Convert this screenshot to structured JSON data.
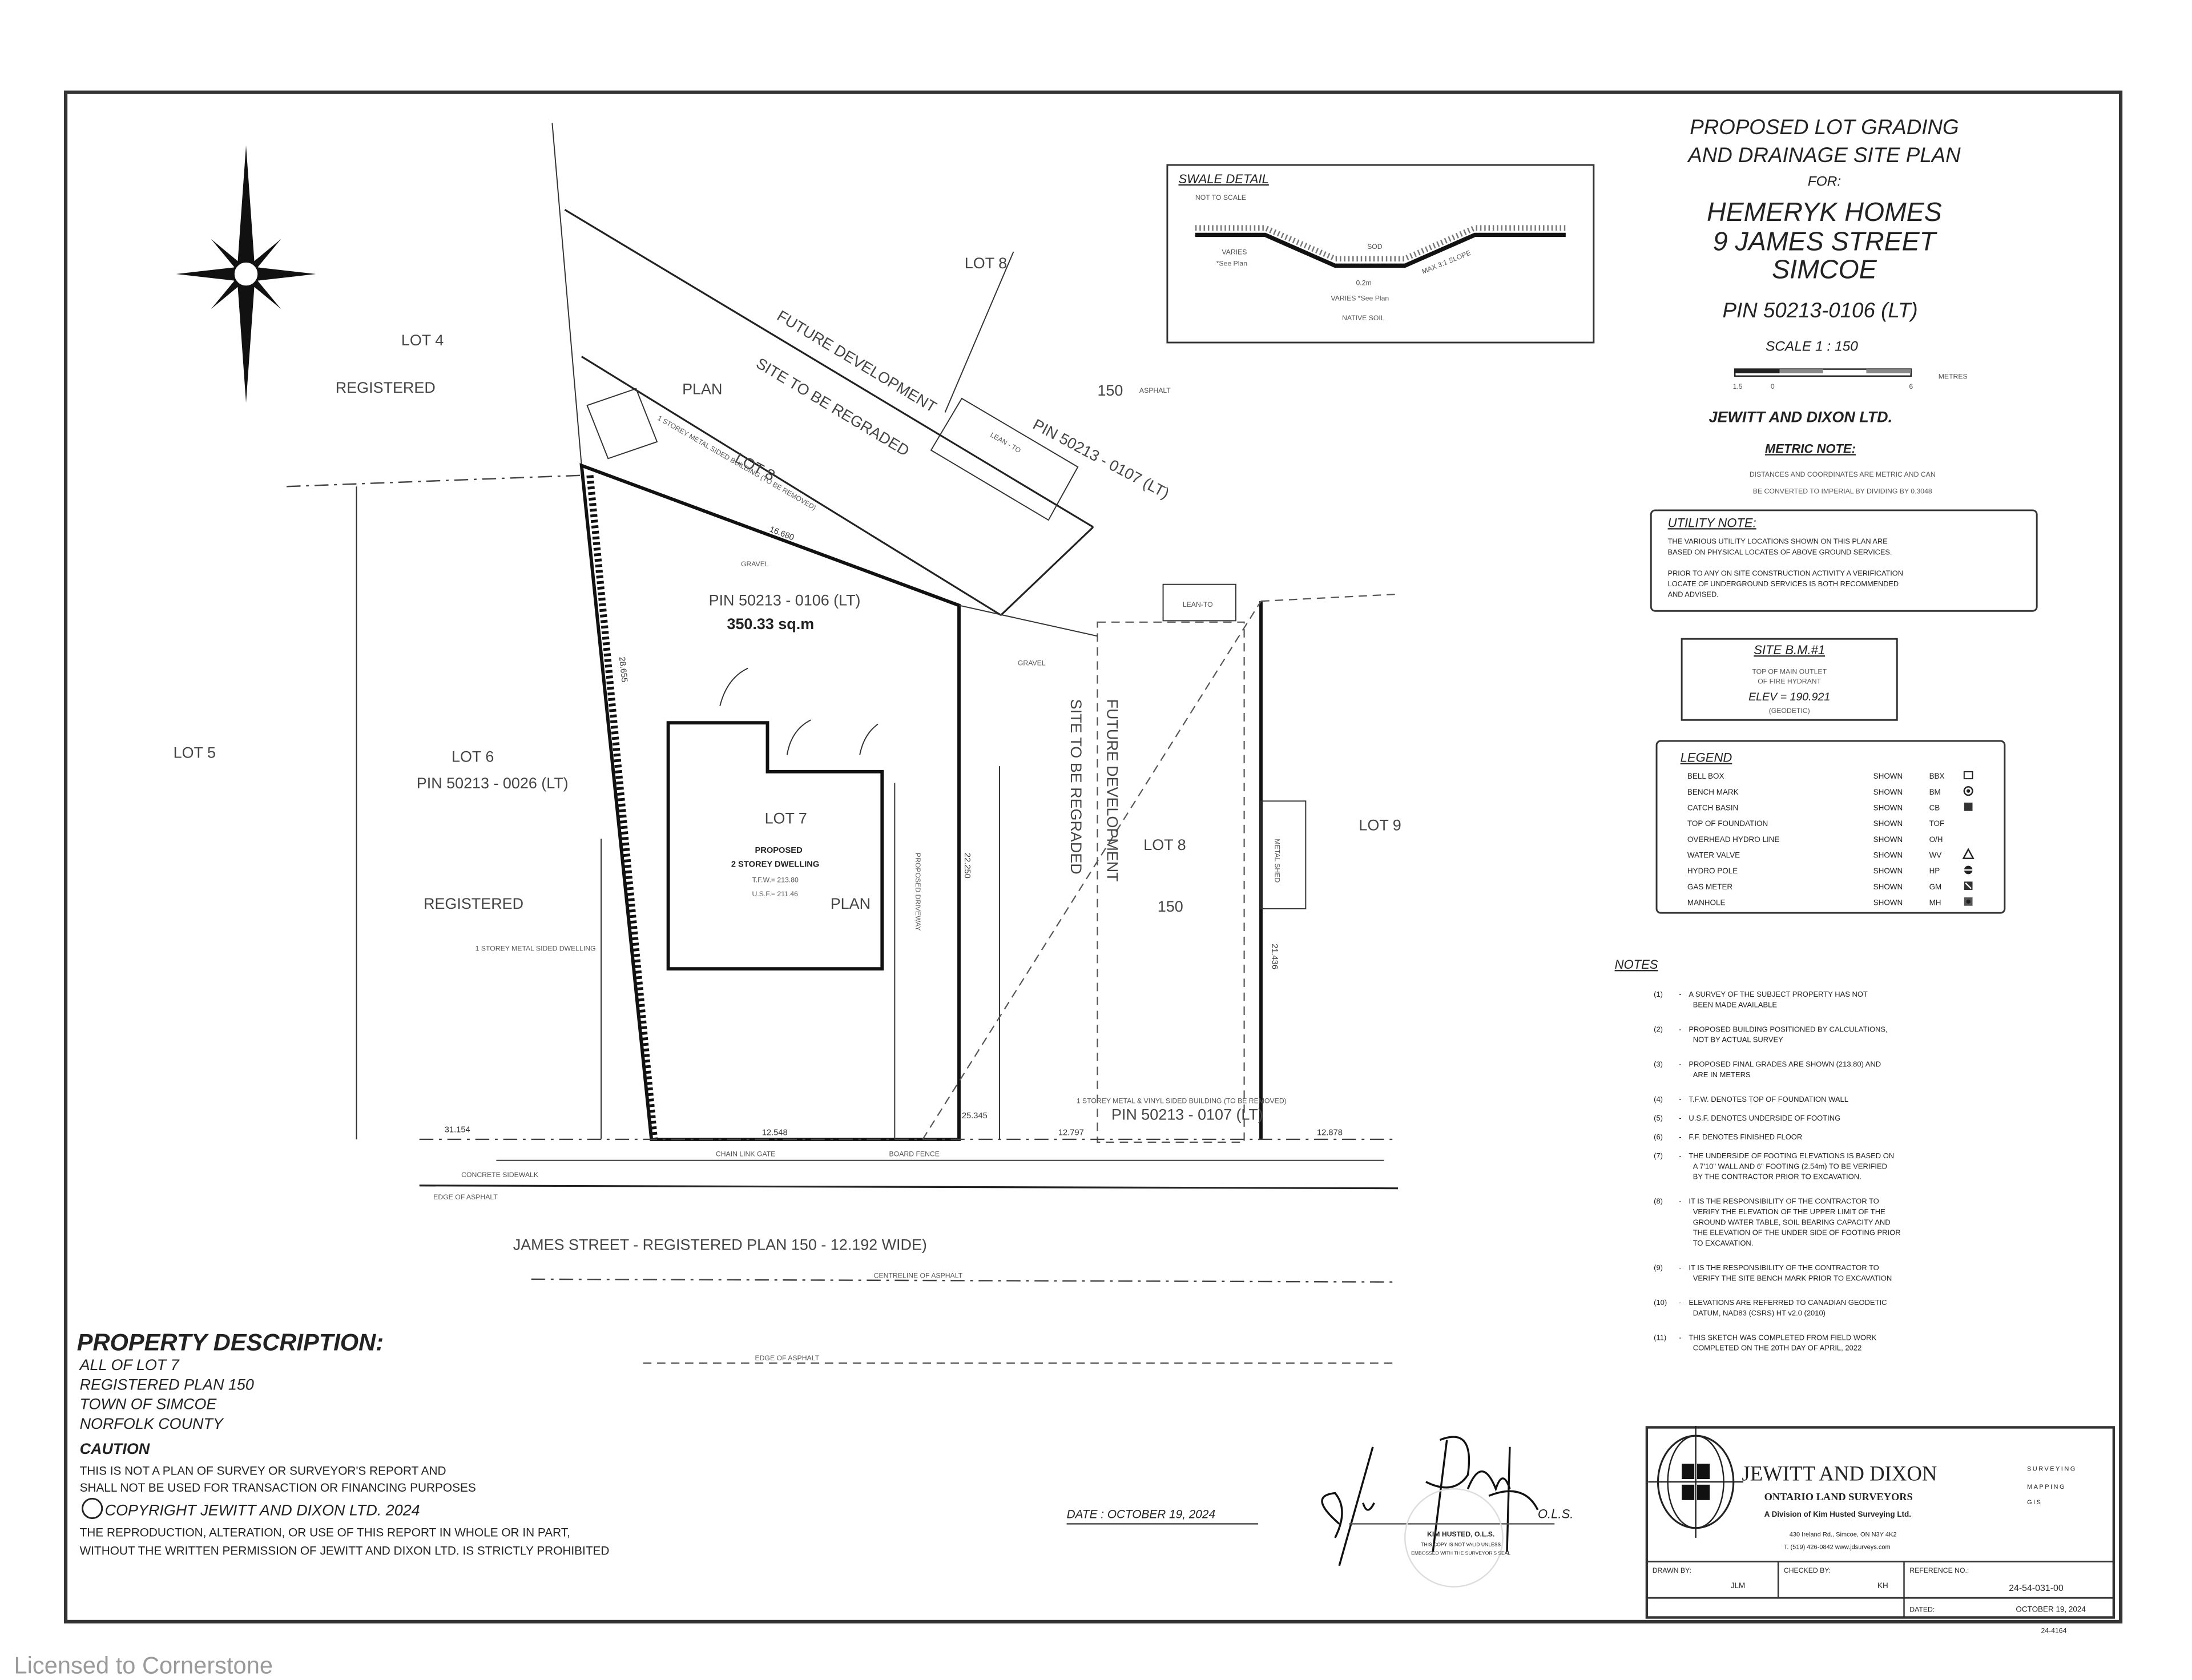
{
  "title": {
    "line1": "PROPOSED LOT GRADING",
    "line2": "AND DRAINAGE SITE PLAN",
    "for": "FOR:",
    "client": "HEMERYK HOMES",
    "address": "9 JAMES STREET",
    "town": "SIMCOE",
    "pin": "PIN 50213-0106 (LT)",
    "scale": "SCALE 1 : 150",
    "scale_ticks": [
      "1.5",
      "0",
      "6"
    ],
    "scale_unit": "METRES",
    "firm": "JEWITT AND DIXON LTD."
  },
  "metric_note": {
    "heading": "METRIC NOTE:",
    "lines": [
      "DISTANCES AND COORDINATES ARE METRIC AND CAN",
      "BE CONVERTED TO IMPERIAL BY DIVIDING BY 0.3048"
    ]
  },
  "utility_note": {
    "heading": "UTILITY NOTE:",
    "lines": [
      "THE VARIOUS UTILITY LOCATIONS SHOWN ON THIS PLAN ARE",
      "BASED ON PHYSICAL LOCATES OF ABOVE GROUND SERVICES.",
      "",
      "PRIOR TO ANY ON SITE CONSTRUCTION ACTIVITY A VERIFICATION",
      "LOCATE OF UNDERGROUND SERVICES IS BOTH RECOMMENDED",
      "AND ADVISED."
    ]
  },
  "site_bm": {
    "heading": "SITE B.M.#1",
    "lines": [
      "TOP OF MAIN OUTLET",
      "OF FIRE HYDRANT",
      "ELEV = 190.921",
      "(GEODETIC)"
    ]
  },
  "legend": {
    "heading": "LEGEND",
    "items": [
      {
        "label": "BELL BOX",
        "status": "SHOWN",
        "code": "BBX",
        "icon": "square-outline-icon"
      },
      {
        "label": "BENCH MARK",
        "status": "SHOWN",
        "code": "BM",
        "icon": "circled-dot-icon"
      },
      {
        "label": "CATCH BASIN",
        "status": "SHOWN",
        "code": "CB",
        "icon": "filled-square-icon"
      },
      {
        "label": "TOP OF FOUNDATION",
        "status": "SHOWN",
        "code": "TOF",
        "icon": ""
      },
      {
        "label": "OVERHEAD HYDRO LINE",
        "status": "SHOWN",
        "code": "O/H",
        "icon": ""
      },
      {
        "label": "WATER VALVE",
        "status": "SHOWN",
        "code": "WV",
        "icon": "triangle-icon"
      },
      {
        "label": "HYDRO POLE",
        "status": "SHOWN",
        "code": "HP",
        "icon": "circled-bar-icon"
      },
      {
        "label": "GAS METER",
        "status": "SHOWN",
        "code": "GM",
        "icon": "gas-meter-icon"
      },
      {
        "label": "MANHOLE",
        "status": "SHOWN",
        "code": "MH",
        "icon": "manhole-icon"
      }
    ]
  },
  "notes": {
    "heading": "NOTES",
    "items": [
      {
        "num": "(1)",
        "lines": [
          "A SURVEY OF THE SUBJECT PROPERTY HAS NOT",
          "BEEN MADE AVAILABLE"
        ]
      },
      {
        "num": "(2)",
        "lines": [
          "PROPOSED BUILDING POSITIONED BY CALCULATIONS,",
          "NOT BY ACTUAL SURVEY"
        ]
      },
      {
        "num": "(3)",
        "lines": [
          "PROPOSED FINAL GRADES ARE SHOWN (213.80) AND",
          "ARE IN METERS"
        ]
      },
      {
        "num": "(4)",
        "lines": [
          "T.F.W.    DENOTES    TOP OF FOUNDATION WALL"
        ]
      },
      {
        "num": "(5)",
        "lines": [
          "U.S.F.    DENOTES    UNDERSIDE OF FOOTING"
        ]
      },
      {
        "num": "(6)",
        "lines": [
          "F.F.       DENOTES    FINISHED FLOOR"
        ]
      },
      {
        "num": "(7)",
        "lines": [
          "THE UNDERSIDE OF FOOTING ELEVATIONS IS BASED ON",
          "A 7'10\" WALL AND 6\" FOOTING (2.54m) TO BE VERIFIED",
          "BY THE CONTRACTOR PRIOR TO EXCAVATION."
        ]
      },
      {
        "num": "(8)",
        "lines": [
          "IT IS THE RESPONSIBILITY OF THE CONTRACTOR TO",
          "VERIFY THE ELEVATION OF THE UPPER LIMIT OF THE",
          "GROUND WATER TABLE, SOIL BEARING CAPACITY AND",
          "THE ELEVATION OF THE UNDER SIDE OF FOOTING PRIOR",
          "TO EXCAVATION."
        ]
      },
      {
        "num": "(9)",
        "lines": [
          "IT IS THE RESPONSIBILITY OF THE CONTRACTOR TO",
          "VERIFY THE SITE BENCH MARK PRIOR TO EXCAVATION"
        ]
      },
      {
        "num": "(10)",
        "lines": [
          "ELEVATIONS ARE REFERRED TO CANADIAN GEODETIC",
          "DATUM, NAD83 (CSRS) HT v2.0 (2010)"
        ]
      },
      {
        "num": "(11)",
        "lines": [
          "THIS SKETCH WAS COMPLETED FROM FIELD WORK",
          "COMPLETED ON THE 20TH DAY OF APRIL, 2022"
        ]
      }
    ]
  },
  "swale": {
    "heading": "SWALE DETAIL",
    "subheading": "NOT TO SCALE",
    "sod": "SOD",
    "slope": "MAX 3:1 SLOPE",
    "varies_left": "VARIES",
    "see_plan_left": "*See Plan",
    "bottom_width": "0.2m",
    "varies_bottom": "VARIES *See Plan",
    "soil": "NATIVE SOIL"
  },
  "plan": {
    "lot4": "LOT 4",
    "registered_top": "REGISTERED",
    "plan_top": "PLAN",
    "lot8_top": "LOT 8",
    "plan150_top": "150",
    "pin_0107_top": "PIN 50213 - 0107 (LT)",
    "asphalt": "ASPHALT",
    "lean_to_1": "LEAN - TO",
    "lean_to_2": "LEAN-TO",
    "future_dev_1a": "FUTURE DEVELOPMENT",
    "future_dev_1b": "SITE TO BE REGRADED",
    "lot8_diag": "LOT 8",
    "shed_note": "1 STOREY METAL SIDED BUILDING (TO BE REMOVED)",
    "gravel_1": "GRAVEL",
    "gravel_2": "GRAVEL",
    "dim_16680": "16.680",
    "pin_0106": "PIN 50213 - 0106 (LT)",
    "area": "350.33 sq.m",
    "lot5": "LOT 5",
    "lot6": "LOT 6",
    "pin_0026": "PIN 50213 - 0026 (LT)",
    "registered_mid": "REGISTERED",
    "neighbour_dwelling": "1 STOREY METAL SIDED DWELLING",
    "lot7": "LOT 7",
    "proposed": "PROPOSED",
    "dwelling": "2 STOREY DWELLING",
    "tfw": "T.F.W.= 213.80",
    "usf": "U.S.F.= 211.46",
    "plan_mid": "PLAN",
    "proposed_driveway": "PROPOSED DRIVEWAY",
    "dim_22250": "22.250",
    "dim_28655": "28.655",
    "future_dev_2a": "FUTURE DEVELOPMENT",
    "future_dev_2b": "SITE TO BE REGRADED",
    "lot8_mid": "LOT 8",
    "plan150_mid": "150",
    "lot9": "LOT 9",
    "dim_21436": "21.436",
    "metal_shed": "METAL SHED",
    "building_note": "1 STOREY METAL & VINYL SIDED BUILDING (TO BE REMOVED)",
    "pin_0107_bottom": "PIN 50213 - 0107 (LT)",
    "dim_31154": "31.154",
    "dim_12548": "12.548",
    "dim_25345": "25.345",
    "dim_12797": "12.797",
    "dim_12878": "12.878",
    "chain_link_gate": "CHAIN LINK GATE",
    "board_fence": "BOARD FENCE",
    "concrete_sidewalk": "CONCRETE SIDEWALK",
    "edge_asphalt_1": "EDGE OF ASPHALT",
    "street": "JAMES STREET  -  REGISTERED PLAN 150  -  12.192 WIDE)",
    "centreline": "CENTRELINE OF ASPHALT",
    "edge_asphalt_2": "EDGE OF ASPHALT"
  },
  "property_description": {
    "heading": "PROPERTY DESCRIPTION:",
    "lines": [
      "ALL OF LOT 7",
      "REGISTERED PLAN 150",
      "TOWN OF SIMCOE",
      "NORFOLK COUNTY"
    ],
    "caution_heading": "CAUTION",
    "caution_lines": [
      "THIS IS NOT A PLAN OF SURVEY OR SURVEYOR'S REPORT AND",
      "SHALL NOT BE USED FOR TRANSACTION OR FINANCING PURPOSES"
    ],
    "copyright": "COPYRIGHT JEWITT AND DIXON LTD. 2024",
    "copyright_lines": [
      "THE REPRODUCTION, ALTERATION, OR USE OF THIS REPORT IN WHOLE OR IN PART,",
      "WITHOUT THE WRITTEN PERMISSION OF JEWITT AND DIXON LTD. IS STRICTLY PROHIBITED"
    ]
  },
  "date_line": "DATE : OCTOBER 19, 2024",
  "signature": {
    "scrawl": "Kim Husted",
    "suffix": "O.L.S.",
    "name": "KIM HUSTED, O.L.S.",
    "stamp_lines": [
      "THIS COPY IS NOT VALID UNLESS",
      "EMBOSSED WITH THE SURVEYOR'S SEAL"
    ]
  },
  "title_block": {
    "company": "JEWITT AND DIXON",
    "subtitle": "ONTARIO LAND SURVEYORS",
    "division": "A Division of Kim Husted Surveying Ltd.",
    "address": "430 Ireland Rd., Simcoe, ON N3Y 4K2",
    "contact": "T. (519) 426-0842  www.jdsurveys.com",
    "services": [
      "SURVEYING",
      "MAPPING",
      "GIS"
    ],
    "drawn_by_label": "DRAWN BY:",
    "drawn_by": "JLM",
    "checked_by_label": "CHECKED BY:",
    "checked_by": "KH",
    "reference_label": "REFERENCE NO.:",
    "reference": "24-54-031-00",
    "dated_label": "DATED:",
    "dated": "OCTOBER 19, 2024",
    "job_no": "24-4164"
  },
  "watermark": "Licensed to Cornerstone"
}
